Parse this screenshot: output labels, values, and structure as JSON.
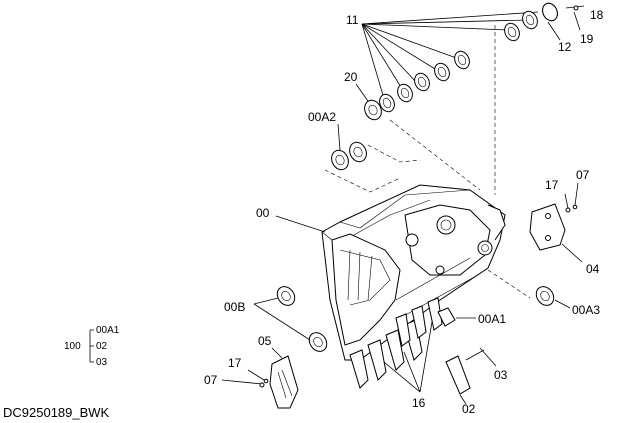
{
  "labels": {
    "l11": "11",
    "l18": "18",
    "l12": "12",
    "l19": "19",
    "l20": "20",
    "l00A2": "00A2",
    "l00": "00",
    "l17a": "17",
    "l07a": "07",
    "l04": "04",
    "l00B": "00B",
    "l00A3": "00A3",
    "l00A1": "00A1",
    "l05": "05",
    "l17b": "17",
    "l07b": "07",
    "l03": "03",
    "l16": "16",
    "l02": "02"
  },
  "bom": {
    "parent": "100",
    "children": [
      "00A1",
      "02",
      "03"
    ]
  },
  "drawing_ref": "DC9250189_BWK"
}
